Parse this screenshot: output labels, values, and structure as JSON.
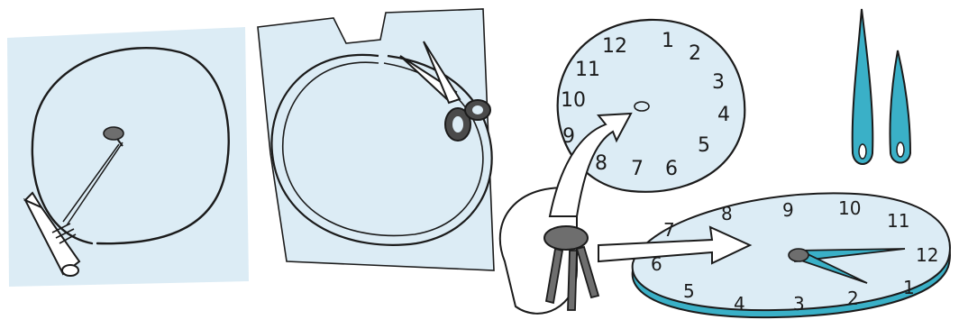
{
  "scene": {
    "panels": [
      {
        "name": "trace-circle-with-pencil-and-string"
      },
      {
        "name": "cut-out-circle-with-scissors"
      },
      {
        "name": "number-clock-face-and-attach-hands"
      }
    ],
    "clock_face": {
      "numbers": [
        "12",
        "1",
        "2",
        "3",
        "4",
        "5",
        "6",
        "7",
        "8",
        "9",
        "10",
        "11"
      ]
    },
    "assembled_clock": {
      "numbers": [
        "9",
        "10",
        "11",
        "12",
        "1",
        "2",
        "3",
        "4",
        "5",
        "6",
        "7",
        "8"
      ]
    },
    "colors": {
      "paper": "#dcecf5",
      "hand": "#3ab0c7",
      "outline": "#1b1b1b",
      "pin": "#7a7a7a"
    }
  }
}
